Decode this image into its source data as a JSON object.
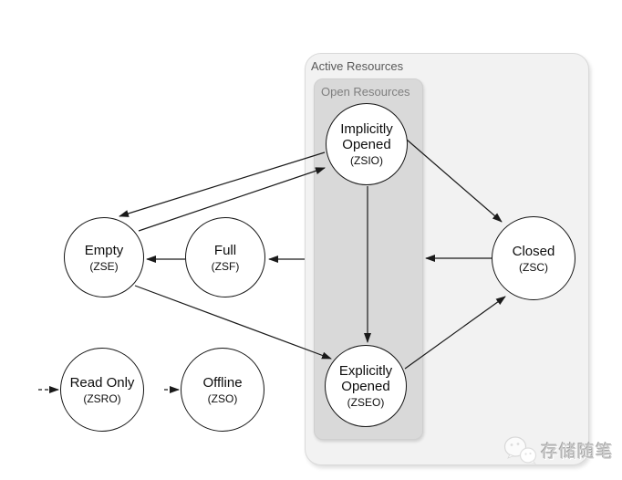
{
  "diagram": {
    "containers": {
      "active": {
        "label": "Active Resources"
      },
      "open": {
        "label": "Open Resources"
      }
    },
    "nodes": {
      "zsio": {
        "label": "Implicitly Opened",
        "code": "(ZSIO)"
      },
      "zseo": {
        "label": "Explicitly Opened",
        "code": "(ZSEO)"
      },
      "empty": {
        "label": "Empty",
        "code": "(ZSE)"
      },
      "full": {
        "label": "Full",
        "code": "(ZSF)"
      },
      "closed": {
        "label": "Closed",
        "code": "(ZSC)"
      },
      "readonly": {
        "label": "Read Only",
        "code": "(ZSRO)"
      },
      "offline": {
        "label": "Offline",
        "code": "(ZSO)"
      }
    },
    "transitions": [
      {
        "from": "empty",
        "to": "implicitly-opened",
        "style": "solid"
      },
      {
        "from": "implicitly-opened",
        "to": "empty",
        "style": "solid"
      },
      {
        "from": "implicitly-opened",
        "to": "explicitly-opened",
        "style": "solid"
      },
      {
        "from": "implicitly-opened",
        "to": "closed",
        "style": "solid"
      },
      {
        "from": "empty",
        "to": "explicitly-opened",
        "style": "solid"
      },
      {
        "from": "explicitly-opened",
        "to": "closed",
        "style": "solid"
      },
      {
        "from": "full",
        "to": "empty",
        "style": "solid"
      },
      {
        "from": "active-resources-edge",
        "to": "full",
        "style": "solid"
      },
      {
        "from": "closed",
        "to": "open-resources-edge",
        "style": "solid"
      },
      {
        "from": "external",
        "to": "read-only",
        "style": "dashed"
      },
      {
        "from": "external",
        "to": "offline",
        "style": "dashed"
      }
    ],
    "colors": {
      "active_box_fill": "#f2f2f2",
      "open_box_fill": "#d9d9d9",
      "node_fill": "#ffffff",
      "node_stroke": "#141414",
      "arrow": "#1a1a1a",
      "active_label_text": "#595959",
      "open_label_text": "#7f7f7f",
      "node_text": "#0d0d0d",
      "watermark_text_color": "#cccccc"
    }
  },
  "watermark": {
    "text": "存储随笔",
    "icon": "wechat-chat-bubbles-icon"
  }
}
